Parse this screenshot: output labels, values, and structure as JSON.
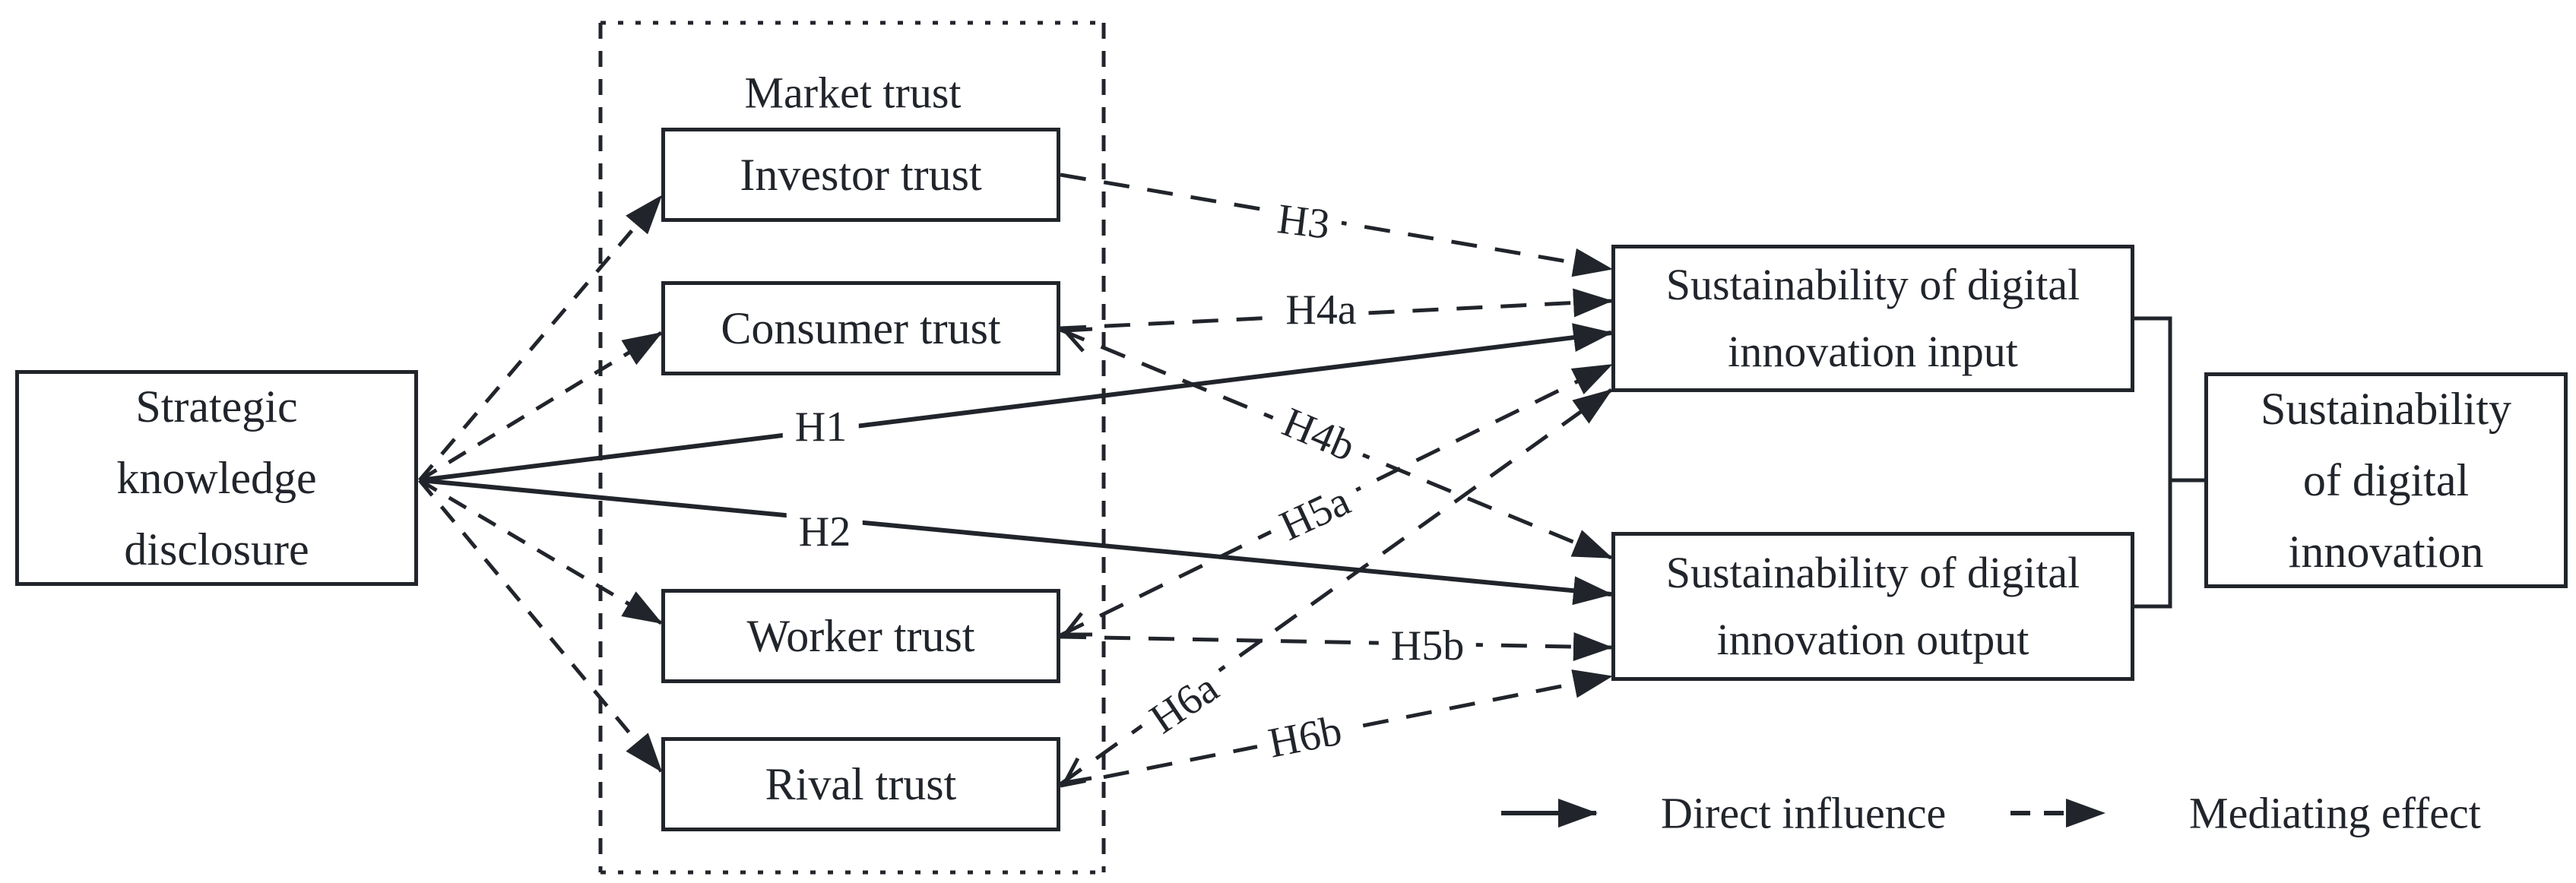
{
  "group": {
    "title": "Market trust"
  },
  "nodes": {
    "strategic": {
      "line1": "Strategic",
      "line2": "knowledge",
      "line3": "disclosure"
    },
    "investor": {
      "label": "Investor trust"
    },
    "consumer": {
      "label": "Consumer trust"
    },
    "worker": {
      "label": "Worker trust"
    },
    "rival": {
      "label": "Rival trust"
    },
    "innovation_input": {
      "line1": "Sustainability of digital",
      "line2": "innovation input"
    },
    "innovation_output": {
      "line1": "Sustainability of digital",
      "line2": "innovation output"
    },
    "innovation_overall": {
      "line1": "Sustainability",
      "line2": "of digital",
      "line3": "innovation"
    }
  },
  "hypotheses": {
    "h1": "H1",
    "h2": "H2",
    "h3": "H3",
    "h4a": "H4a",
    "h4b": "H4b",
    "h5a": "H5a",
    "h5b": "H5b",
    "h6a": "H6a",
    "h6b": "H6b"
  },
  "legend": {
    "direct": "Direct influence",
    "mediating": "Mediating effect"
  },
  "colors": {
    "ink": "#21252b",
    "background": "#ffffff"
  }
}
